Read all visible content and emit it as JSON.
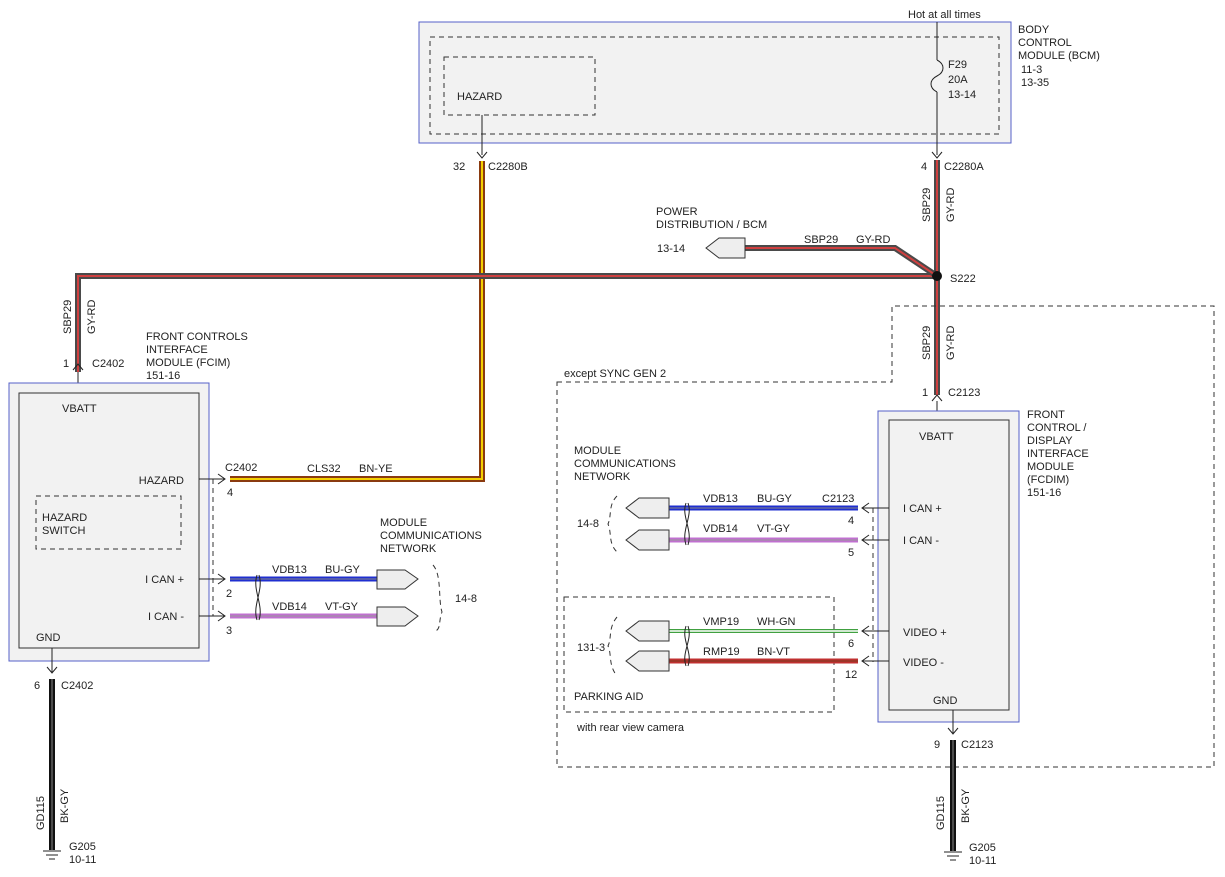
{
  "colors": {
    "gray_red_base": "#4a4a4a",
    "gray_red_stripe": "#d04040",
    "brown": "#8a3a10",
    "yellow": "#f4d000",
    "blue": "#1f2fd0",
    "violet": "#c070d0",
    "green": "#40a040",
    "red": "#c03030",
    "black": "#111111",
    "module_border": "#5560c8"
  },
  "bcm": {
    "supply_label": "Hot at all times",
    "title_1": "BODY",
    "title_2": "CONTROL",
    "title_3": "MODULE (BCM)",
    "ref_1": "11-3",
    "ref_2": "13-35",
    "hazard_label": "HAZARD",
    "fuse_id": "F29",
    "fuse_rating": "20A",
    "fuse_ref": "13-14",
    "pin_hazard": "32",
    "conn_hazard": "C2280B",
    "pin_power": "4",
    "conn_power": "C2280A"
  },
  "power_distribution": {
    "line1": "POWER",
    "line2": "DISTRIBUTION / BCM",
    "ref": "13-14",
    "circuit": "SBP29",
    "color": "GY-RD"
  },
  "splice": {
    "label": "S222"
  },
  "wires": {
    "sbp29": "SBP29",
    "gy_rd": "GY-RD",
    "gd115": "GD115",
    "bk_gy": "BK-GY"
  },
  "fcim": {
    "title_1": "FRONT CONTROLS",
    "title_2": "INTERFACE",
    "title_3": "MODULE (FCIM)",
    "ref": "151-16",
    "pin_vbatt": "1",
    "conn_vbatt": "C2402",
    "vbatt_label": "VBATT",
    "hazard_label": "HAZARD",
    "switch_1": "HAZARD",
    "switch_2": "SWITCH",
    "ican_plus": "I CAN +",
    "ican_minus": "I CAN -",
    "gnd_label": "GND",
    "hazard_conn": "C2402",
    "hazard_pin": "4",
    "hazard_circuit": "CLS32",
    "hazard_color": "BN-YE",
    "can_pin_plus": "2",
    "can_pin_minus": "3",
    "vdb13": "VDB13",
    "bu_gy": "BU-GY",
    "vdb14": "VDB14",
    "vt_gy": "VT-GY",
    "net_1": "MODULE",
    "net_2": "COMMUNICATIONS",
    "net_3": "NETWORK",
    "net_ref": "14-8",
    "gnd_pin": "6",
    "gnd_conn": "C2402",
    "ground": "G205",
    "ground_ref": "10-11"
  },
  "fcdim": {
    "variant": "except SYNC GEN 2",
    "title_1": "FRONT",
    "title_2": "CONTROL /",
    "title_3": "DISPLAY",
    "title_4": "INTERFACE",
    "title_5": "MODULE",
    "title_6": "(FCDIM)",
    "ref": "151-16",
    "pin_vbatt": "1",
    "conn_vbatt": "C2123",
    "vbatt_label": "VBATT",
    "ican_plus": "I CAN +",
    "ican_minus": "I CAN -",
    "video_plus": "VIDEO +",
    "video_minus": "VIDEO -",
    "gnd_label": "GND",
    "net_1": "MODULE",
    "net_2": "COMMUNICATIONS",
    "net_3": "NETWORK",
    "net_ref": "14-8",
    "vdb13": "VDB13",
    "bu_gy": "BU-GY",
    "can_conn": "C2123",
    "pin_4": "4",
    "vdb14": "VDB14",
    "vt_gy": "VT-GY",
    "pin_5": "5",
    "vmp19": "VMP19",
    "wh_gn": "WH-GN",
    "pin_6": "6",
    "rmp19": "RMP19",
    "bn_vt": "BN-VT",
    "pin_12": "12",
    "park_ref": "131-3",
    "park_label": "PARKING AID",
    "camera_note": "with rear view camera",
    "gnd_pin": "9",
    "gnd_conn": "C2123",
    "ground": "G205",
    "ground_ref": "10-11"
  }
}
